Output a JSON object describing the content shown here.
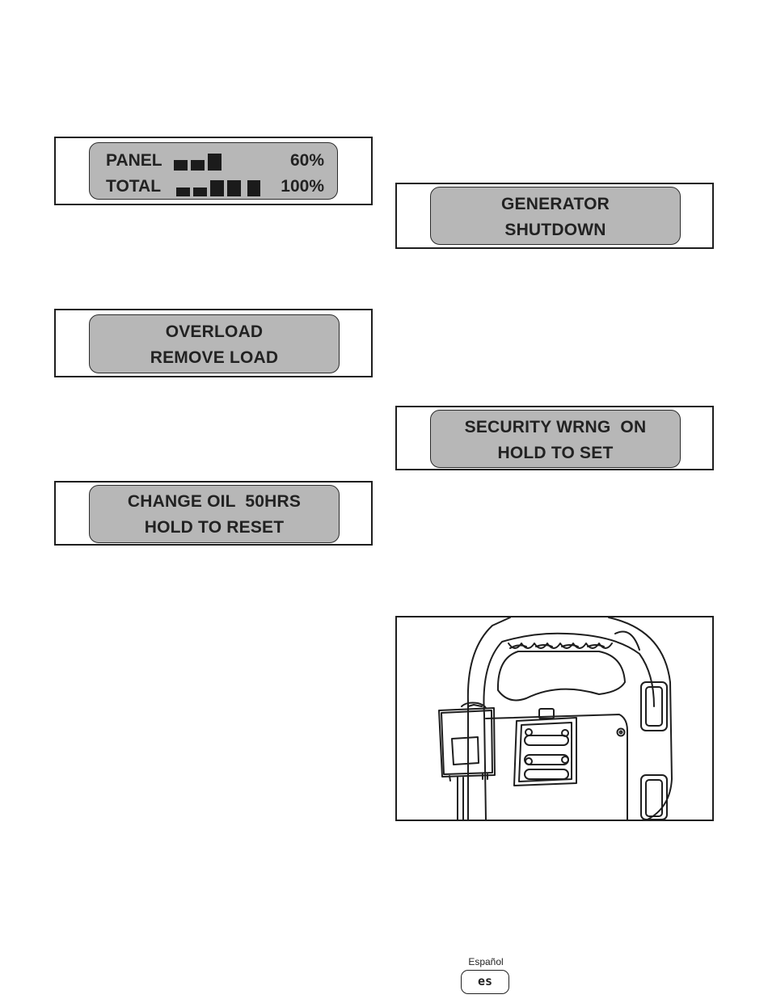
{
  "meter_display": {
    "panel_label": "PANEL",
    "panel_percent": "60%",
    "panel_level": 0.6,
    "total_label": "TOTAL",
    "total_percent": "100%",
    "total_level": 1.0
  },
  "overload_display": {
    "line1": "OVERLOAD",
    "line2": "REMOVE LOAD"
  },
  "oil_display": {
    "line1": "CHANGE OIL  50HRS",
    "line2": "HOLD TO RESET"
  },
  "shutdown_display": {
    "line1": "GENERATOR",
    "line2": "SHUTDOWN"
  },
  "security_display": {
    "line1": "SECURITY WRNG  ON",
    "line2": "HOLD TO SET"
  },
  "language_tab": {
    "label": "Español",
    "code": "es"
  }
}
